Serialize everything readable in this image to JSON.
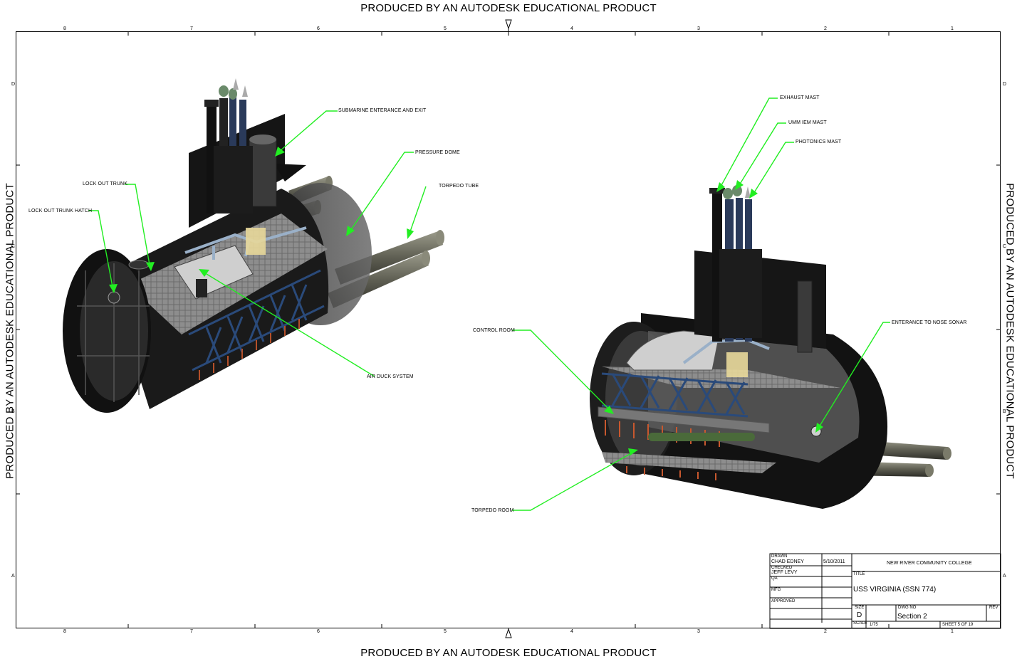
{
  "watermark": {
    "top": "PRODUCED BY AN AUTODESK EDUCATIONAL PRODUCT",
    "bottom": "PRODUCED BY AN AUTODESK EDUCATIONAL PRODUCT",
    "left": "PRODUCED BY AN AUTODESK EDUCATIONAL PRODUCT",
    "right": "PRODUCED BY AN AUTODESK EDUCATIONAL PRODUCT"
  },
  "zones": {
    "columns": [
      "8",
      "7",
      "6",
      "5",
      "4",
      "3",
      "2",
      "1"
    ],
    "rows": [
      "D",
      "C",
      "B",
      "A"
    ]
  },
  "callouts": {
    "submarine_entrance": "SUBMARINE ENTERANCE AND EXIT",
    "pressure_dome": "PRESSURE DOME",
    "torpedo_tube": "TORPEDO TUBE",
    "lock_out_trunk": "LOCK OUT TRUNK",
    "lock_out_trunk_hatch": "LOCK OUT TRUNK HATCH",
    "air_duck_system": "AIR DUCK SYSTEM",
    "exhaust_mast": "EXHAUST MAST",
    "umm_iem_mast": "UMM IEM MAST",
    "photonics_mast": "PHOTONICS MAST",
    "entrance_nose_sonar": "ENTERANCE TO NOSE SONAR",
    "control_room": "CONTROL ROOM",
    "torpedo_room": "TORPEDO ROOM"
  },
  "title_block": {
    "drawn_label": "DRAWN",
    "drawn_by": "CHAD EDNEY",
    "drawn_date": "5/10/2011",
    "checked_label": "CHECKED",
    "checked_by": "JEFF LEVY",
    "qa_label": "QA",
    "mfg_label": "MFG",
    "approved_label": "APPROVED",
    "organization": "NEW RIVER COMMUNITY COLLEGE",
    "title_label": "TITLE",
    "title": "USS VIRGINIA (SSN 774)",
    "size_label": "SIZE",
    "size": "D",
    "dwg_no_label": "DWG NO",
    "dwg_no": "Section 2",
    "rev_label": "REV",
    "scale_label": "SCALE",
    "scale": "1/75",
    "sheet": "SHEET 5 OF 19"
  },
  "colors": {
    "leader": "#22ee22",
    "hull": "#0d0d0d",
    "deck": "#8a8a8a",
    "frame_blue": "#2a4a7a",
    "rib": "#b5502a"
  }
}
